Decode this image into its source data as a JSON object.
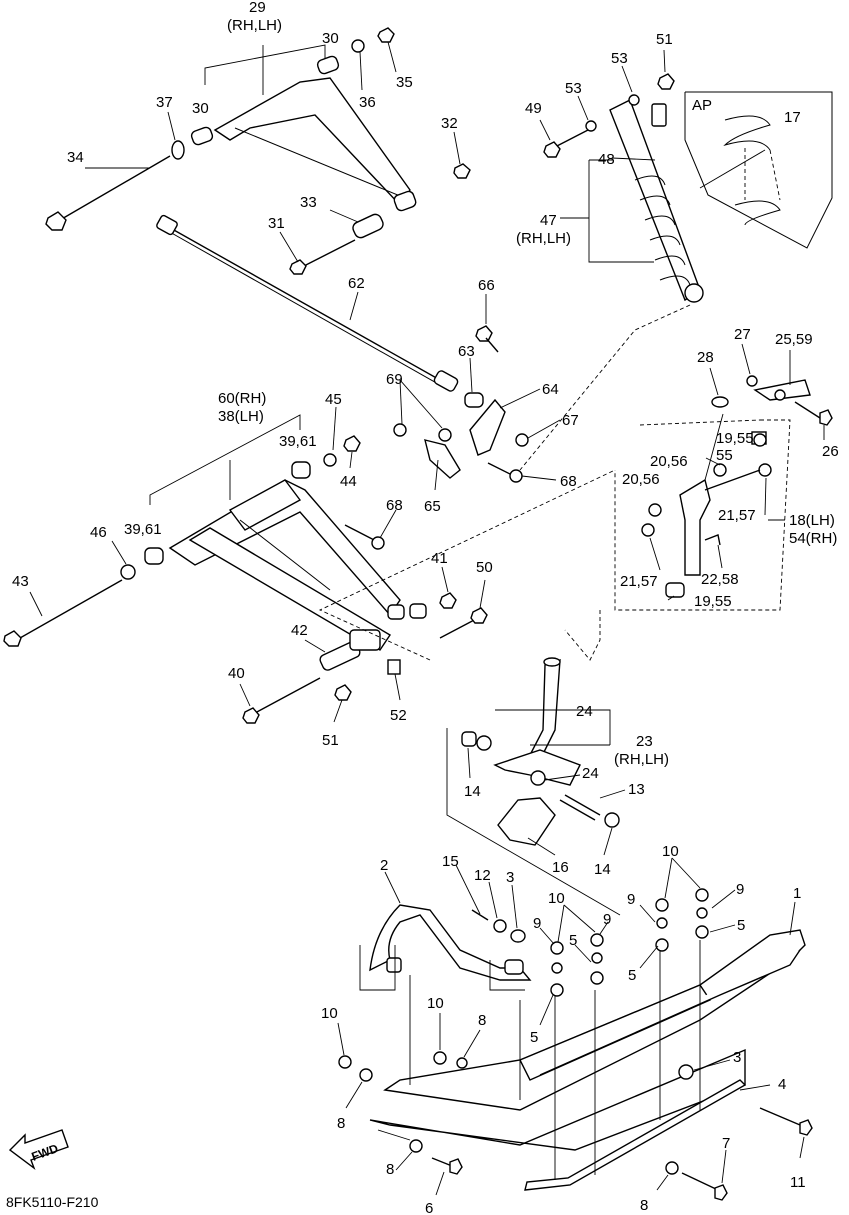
{
  "diagram": {
    "code": "8FK5110-F210",
    "fwd_label": "FWD",
    "ap_label": "AP",
    "callouts": [
      {
        "id": "p29",
        "text": "29"
      },
      {
        "id": "p29s",
        "text": "(RH,LH)"
      },
      {
        "id": "p30a",
        "text": "30"
      },
      {
        "id": "p30b",
        "text": "30"
      },
      {
        "id": "p35",
        "text": "35"
      },
      {
        "id": "p36",
        "text": "36"
      },
      {
        "id": "p37",
        "text": "37"
      },
      {
        "id": "p32",
        "text": "32"
      },
      {
        "id": "p34",
        "text": "34"
      },
      {
        "id": "p33",
        "text": "33"
      },
      {
        "id": "p31",
        "text": "31"
      },
      {
        "id": "p62",
        "text": "62"
      },
      {
        "id": "p66",
        "text": "66"
      },
      {
        "id": "p63",
        "text": "63"
      },
      {
        "id": "p64",
        "text": "64"
      },
      {
        "id": "p67",
        "text": "67"
      },
      {
        "id": "p69",
        "text": "69"
      },
      {
        "id": "p65",
        "text": "65"
      },
      {
        "id": "p68a",
        "text": "68"
      },
      {
        "id": "p68b",
        "text": "68"
      },
      {
        "id": "p60",
        "text": "60(RH)"
      },
      {
        "id": "p38",
        "text": "38(LH)"
      },
      {
        "id": "p45",
        "text": "45"
      },
      {
        "id": "p3961a",
        "text": "39,61"
      },
      {
        "id": "p44",
        "text": "44"
      },
      {
        "id": "p3961b",
        "text": "39,61"
      },
      {
        "id": "p46",
        "text": "46"
      },
      {
        "id": "p43",
        "text": "43"
      },
      {
        "id": "p41",
        "text": "41"
      },
      {
        "id": "p50",
        "text": "50"
      },
      {
        "id": "p42",
        "text": "42"
      },
      {
        "id": "p40",
        "text": "40"
      },
      {
        "id": "p51b",
        "text": "51"
      },
      {
        "id": "p52",
        "text": "52"
      },
      {
        "id": "p51a",
        "text": "51"
      },
      {
        "id": "p53a",
        "text": "53"
      },
      {
        "id": "p53b",
        "text": "53"
      },
      {
        "id": "p49",
        "text": "49"
      },
      {
        "id": "p48",
        "text": "48"
      },
      {
        "id": "p47",
        "text": "47"
      },
      {
        "id": "p47s",
        "text": "(RH,LH)"
      },
      {
        "id": "p17",
        "text": "17"
      },
      {
        "id": "p27",
        "text": "27"
      },
      {
        "id": "p2559",
        "text": "25,59"
      },
      {
        "id": "p28",
        "text": "28"
      },
      {
        "id": "p26",
        "text": "26"
      },
      {
        "id": "p1955a",
        "text": "19,55"
      },
      {
        "id": "p2056a",
        "text": "20,56"
      },
      {
        "id": "p55",
        "text": "55"
      },
      {
        "id": "p2056b",
        "text": "20,56"
      },
      {
        "id": "p2157a",
        "text": "21,57"
      },
      {
        "id": "p18",
        "text": "18(LH)"
      },
      {
        "id": "p54",
        "text": "54(RH)"
      },
      {
        "id": "p2157b",
        "text": "21,57"
      },
      {
        "id": "p2258",
        "text": "22,58"
      },
      {
        "id": "p1955b",
        "text": "19,55"
      },
      {
        "id": "p24a",
        "text": "24"
      },
      {
        "id": "p23",
        "text": "23"
      },
      {
        "id": "p23s",
        "text": "(RH,LH)"
      },
      {
        "id": "p24b",
        "text": "24"
      },
      {
        "id": "p14a",
        "text": "14"
      },
      {
        "id": "p13",
        "text": "13"
      },
      {
        "id": "p16",
        "text": "16"
      },
      {
        "id": "p14b",
        "text": "14"
      },
      {
        "id": "p10a",
        "text": "10"
      },
      {
        "id": "p9a",
        "text": "9"
      },
      {
        "id": "p1",
        "text": "1"
      },
      {
        "id": "p9b",
        "text": "9"
      },
      {
        "id": "p5a",
        "text": "5"
      },
      {
        "id": "p5b",
        "text": "5"
      },
      {
        "id": "p2",
        "text": "2"
      },
      {
        "id": "p15",
        "text": "15"
      },
      {
        "id": "p12",
        "text": "12"
      },
      {
        "id": "p3a",
        "text": "3"
      },
      {
        "id": "p10b",
        "text": "10"
      },
      {
        "id": "p9c",
        "text": "9"
      },
      {
        "id": "p9d",
        "text": "9"
      },
      {
        "id": "p5c",
        "text": "5"
      },
      {
        "id": "p5d",
        "text": "5"
      },
      {
        "id": "p10c",
        "text": "10"
      },
      {
        "id": "p10d",
        "text": "10"
      },
      {
        "id": "p8a",
        "text": "8"
      },
      {
        "id": "p8b",
        "text": "8"
      },
      {
        "id": "p3b",
        "text": "3"
      },
      {
        "id": "p4",
        "text": "4"
      },
      {
        "id": "p7",
        "text": "7"
      },
      {
        "id": "p11",
        "text": "11"
      },
      {
        "id": "p8c",
        "text": "8"
      },
      {
        "id": "p6",
        "text": "6"
      },
      {
        "id": "p8d",
        "text": "8"
      }
    ]
  }
}
